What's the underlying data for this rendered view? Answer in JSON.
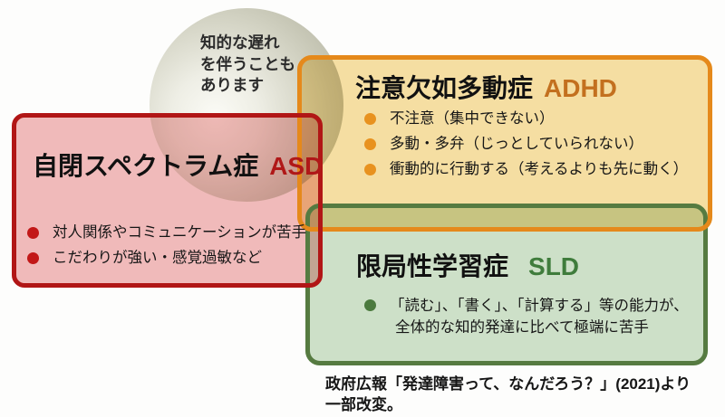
{
  "sphere": {
    "label_lines": [
      "知的な遅れ",
      "を伴うことも",
      "あります"
    ]
  },
  "boxes": {
    "asd": {
      "title_jp": "自閉スペクトラム症",
      "title_en": "ASD",
      "bullets": [
        "対人関係やコミュニケーションが苦手",
        "こだわりが強い・感覚過敏など"
      ],
      "fill_color": "#f2bcbc",
      "border_color": "#b11616",
      "accent_color": "#b01818"
    },
    "adhd": {
      "title_jp": "注意欠如多動症",
      "title_en": "ADHD",
      "bullets": [
        "不注意（集中できない）",
        "多動・多弁（じっとしていられない）",
        "衝動的に行動する（考えるよりも先に動く）"
      ],
      "fill_color": "#f7e0a4",
      "border_color": "#e5891b",
      "accent_color": "#c3701f"
    },
    "sld": {
      "title_jp": "限局性学習症",
      "title_en": "SLD",
      "bullet_line1": "「読む」、「書く」、「計算する」等の能力が、",
      "bullet_line2": "全体的な知的発達に比べて極端に苦手",
      "fill_color": "#cfe2cb",
      "border_color": "#567b41",
      "accent_color": "#3f7c3c"
    }
  },
  "caption": {
    "line1": "政府広報「発達障害って、なんだろう？」(2021)より",
    "line2": "一部改変。"
  }
}
